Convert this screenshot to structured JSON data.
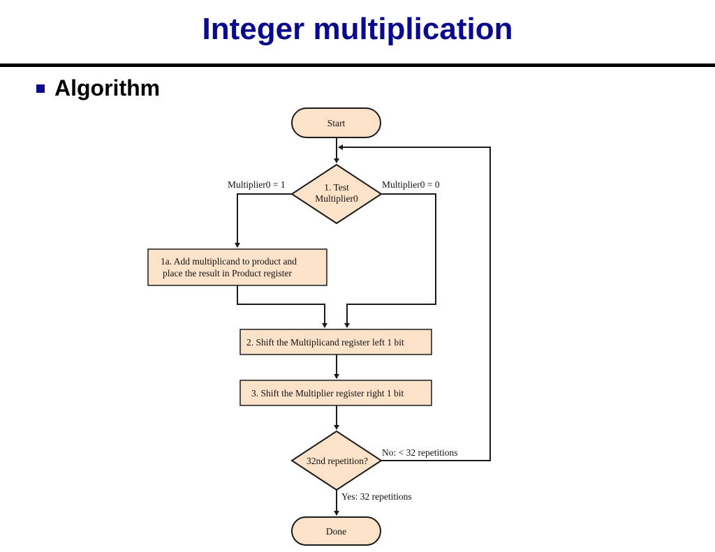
{
  "slide": {
    "title": "Integer multiplication",
    "bullet": "Algorithm"
  },
  "colors": {
    "title": "#0a0a8c",
    "node_fill": "#fbe2c8",
    "stroke": "#1a1a1a"
  },
  "flowchart": {
    "start": "Start",
    "test_line1": "1. Test",
    "test_line2": "Multiplier0",
    "branch_one": "Multiplier0 = 1",
    "branch_zero": "Multiplier0 = 0",
    "add_line1": "1a. Add multiplicand to product and",
    "add_line2": "place the result in Product register",
    "shift_multiplicand": "2. Shift the Multiplicand register left 1 bit",
    "shift_multiplier": "3. Shift the Multiplier register right 1 bit",
    "repetition_check": "32nd repetition?",
    "no_label": "No:  < 32 repetitions",
    "yes_label": "Yes:  32 repetitions",
    "done": "Done"
  }
}
